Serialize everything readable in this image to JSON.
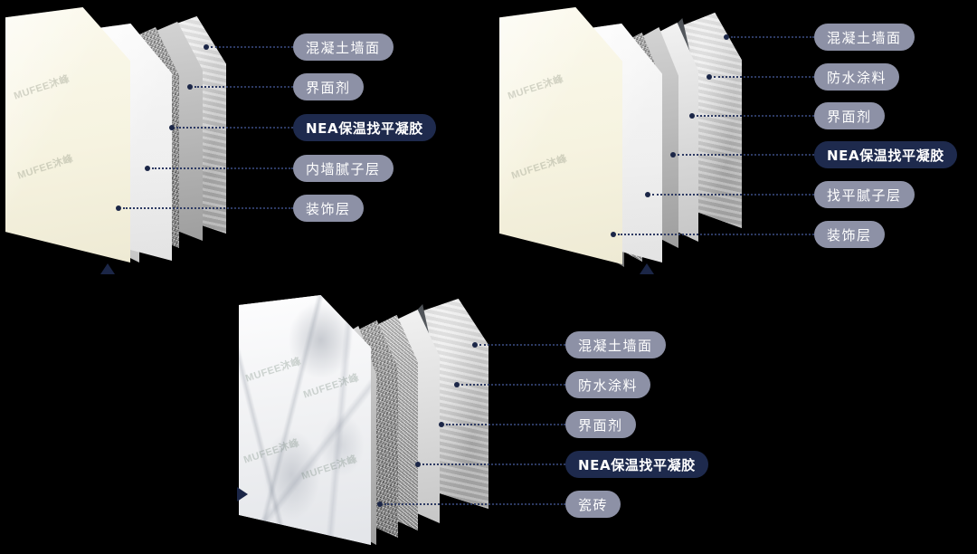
{
  "background_color": "#000000",
  "accent_color": "#1e2a4d",
  "badge_color": "#8d91a6",
  "watermark_text": "MUFEE沐峰",
  "diagrams": [
    {
      "id": "interior-wall-putty",
      "marker": "triangle-up",
      "layers": [
        {
          "label": "混凝土墙面",
          "highlight": false
        },
        {
          "label": "界面剂",
          "highlight": false
        },
        {
          "label": "NEA保温找平凝胶",
          "highlight": true
        },
        {
          "label": "内墙腻子层",
          "highlight": false
        },
        {
          "label": "装饰层",
          "highlight": false
        }
      ]
    },
    {
      "id": "waterproof-wall-putty",
      "marker": "triangle-up",
      "layers": [
        {
          "label": "混凝土墙面",
          "highlight": false
        },
        {
          "label": "防水涂料",
          "highlight": false
        },
        {
          "label": "界面剂",
          "highlight": false
        },
        {
          "label": "NEA保温找平凝胶",
          "highlight": true
        },
        {
          "label": "找平腻子层",
          "highlight": false
        },
        {
          "label": "装饰层",
          "highlight": false
        }
      ]
    },
    {
      "id": "waterproof-wall-tile",
      "marker": "triangle-right",
      "layers": [
        {
          "label": "混凝土墙面",
          "highlight": false
        },
        {
          "label": "防水涂料",
          "highlight": false
        },
        {
          "label": "界面剂",
          "highlight": false
        },
        {
          "label": "NEA保温找平凝胶",
          "highlight": true
        },
        {
          "label": "瓷砖",
          "highlight": false
        }
      ]
    }
  ]
}
